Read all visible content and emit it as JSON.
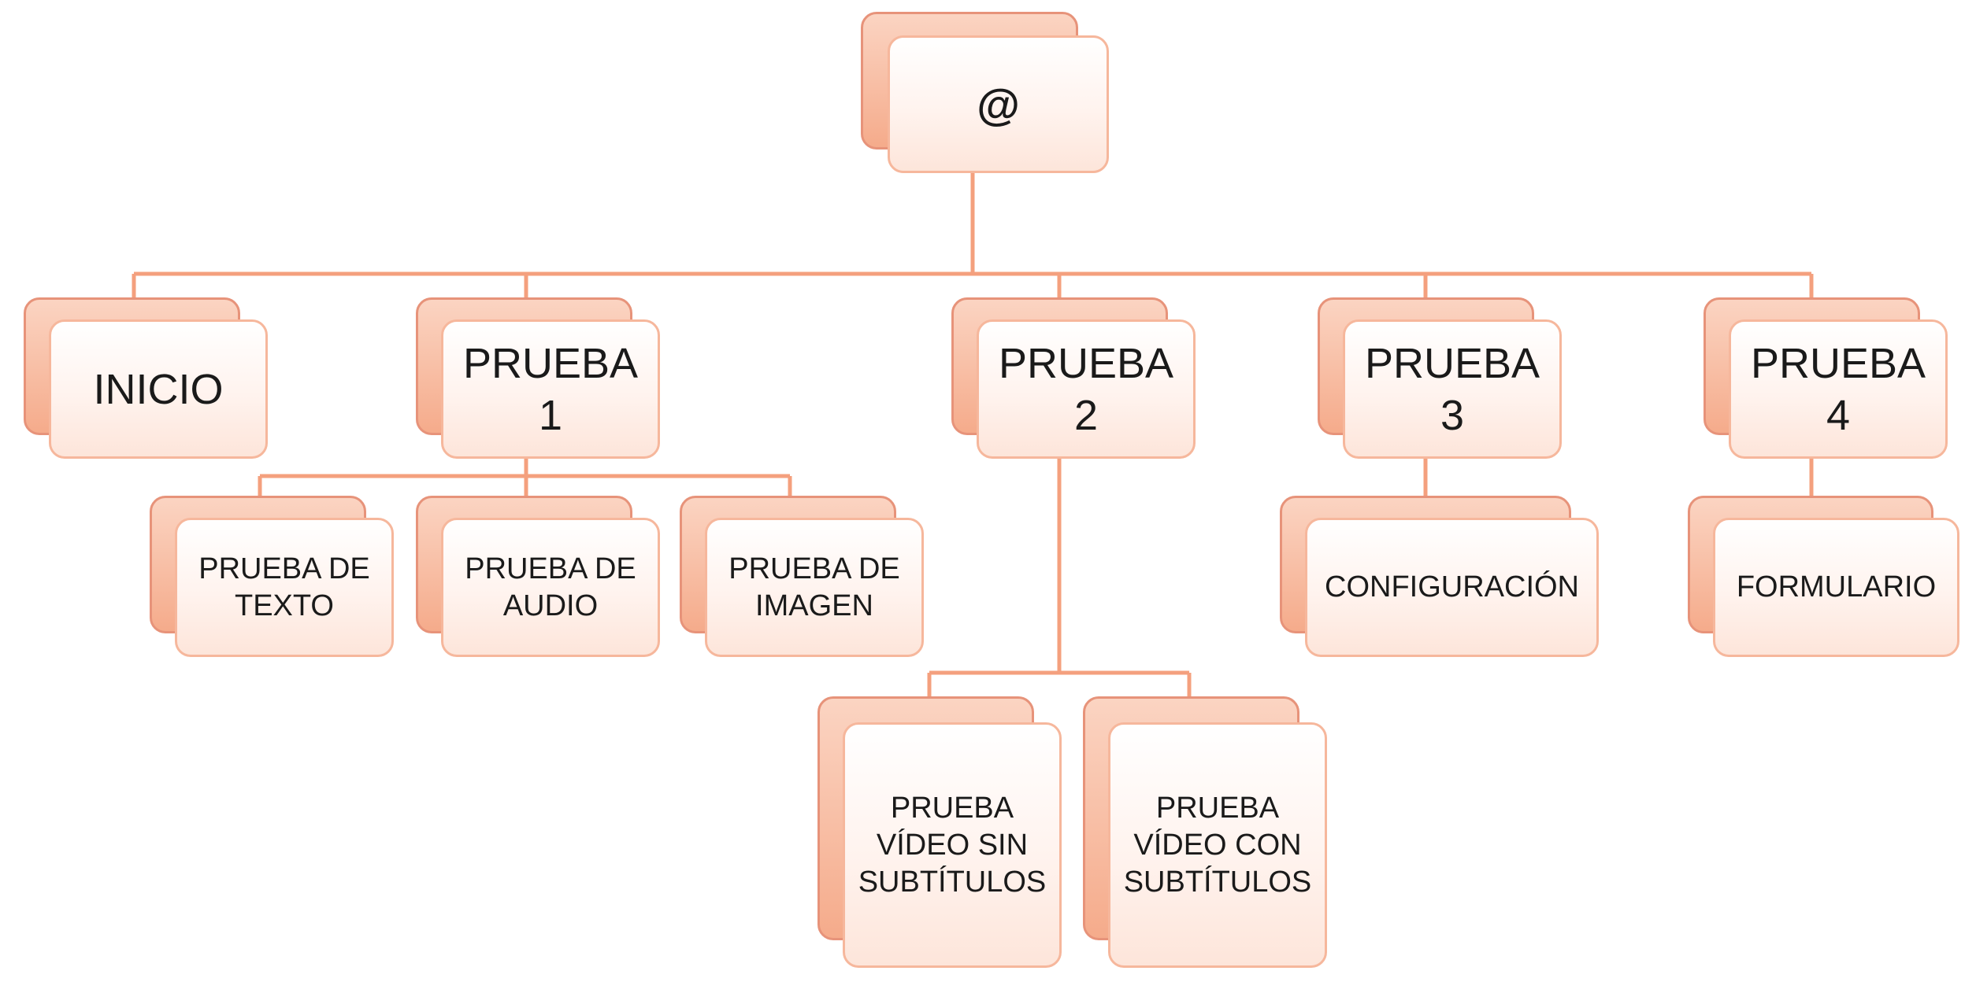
{
  "diagram": {
    "root": {
      "label": "@"
    },
    "level1": [
      {
        "label": "INICIO"
      },
      {
        "label": "PRUEBA\n1"
      },
      {
        "label": "PRUEBA\n2"
      },
      {
        "label": "PRUEBA\n3"
      },
      {
        "label": "PRUEBA\n4"
      }
    ],
    "prueba1_children": [
      {
        "label": "PRUEBA DE\nTEXTO"
      },
      {
        "label": "PRUEBA DE\nAUDIO"
      },
      {
        "label": "PRUEBA DE\nIMAGEN"
      }
    ],
    "prueba2_children": [
      {
        "label": "PRUEBA\nVÍDEO SIN\nSUBTÍTULOS"
      },
      {
        "label": "PRUEBA\nVÍDEO CON\nSUBTÍTULOS"
      }
    ],
    "prueba3_children": [
      {
        "label": "CONFIGURACIÓN"
      }
    ],
    "prueba4_children": [
      {
        "label": "FORMULARIO"
      }
    ]
  },
  "colors": {
    "connector": "#f4a07e",
    "back_fill": "#f5ab8b",
    "front_border": "#f6b79c"
  }
}
